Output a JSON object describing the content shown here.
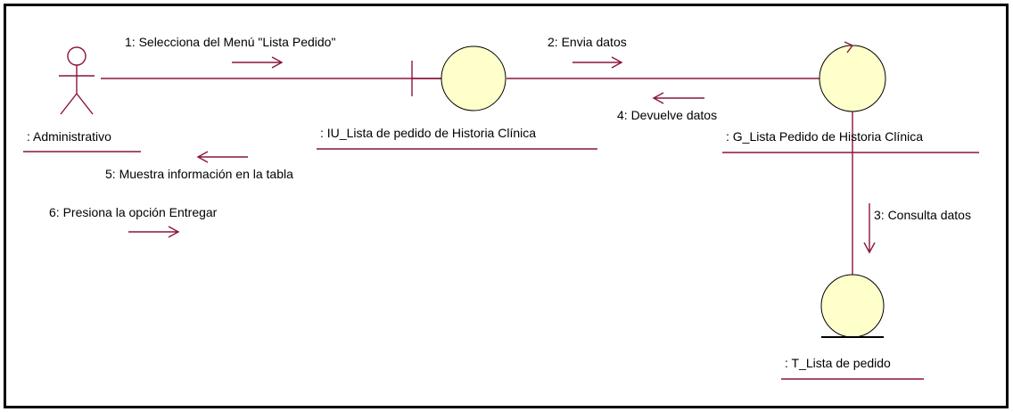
{
  "colors": {
    "line": "#8B1538",
    "fill": "#FFFFCC",
    "border": "#000000",
    "text": "#000000"
  },
  "objects": [
    {
      "id": "administrativo",
      "type": "actor",
      "label": ": Administrativo"
    },
    {
      "id": "iu",
      "type": "boundary",
      "label": ": IU_Lista de pedido de Historia Clínica"
    },
    {
      "id": "g",
      "type": "control",
      "label": ": G_Lista Pedido de Historia Clínica"
    },
    {
      "id": "t",
      "type": "entity",
      "label": ": T_Lista de pedido"
    }
  ],
  "links": [
    {
      "from": "administrativo",
      "to": "iu"
    },
    {
      "from": "iu",
      "to": "g"
    },
    {
      "from": "g",
      "to": "t"
    }
  ],
  "messages": [
    {
      "label": "1: Selecciona del Menú \"Lista Pedido\"",
      "direction": "right"
    },
    {
      "label": "2: Envia datos",
      "direction": "right"
    },
    {
      "label": "3: Consulta datos",
      "direction": "down"
    },
    {
      "label": "4: Devuelve datos",
      "direction": "left"
    },
    {
      "label": "5: Muestra información en la tabla",
      "direction": "left"
    },
    {
      "label": "6: Presiona la opción Entregar",
      "direction": "right"
    }
  ]
}
